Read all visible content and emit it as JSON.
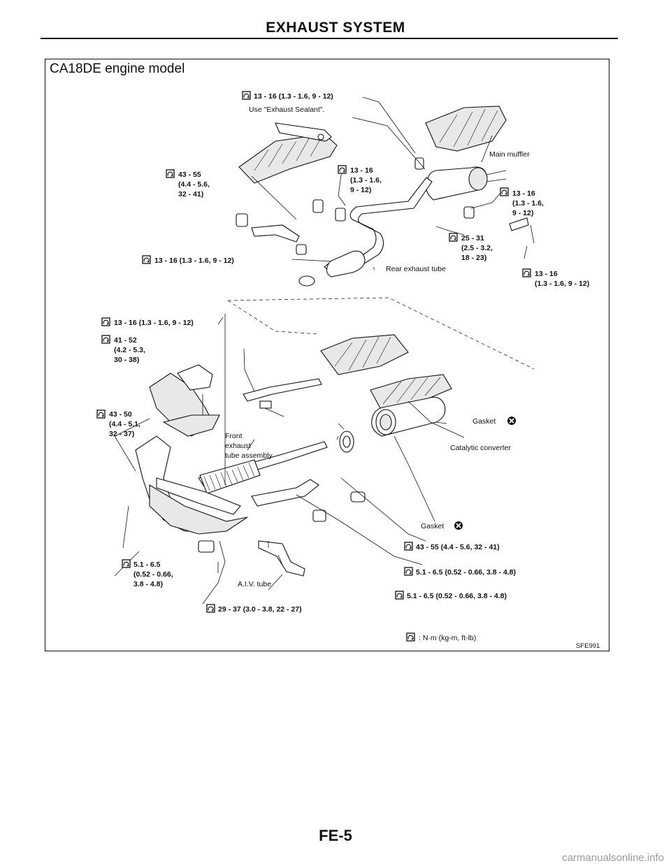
{
  "page": {
    "header_title": "EXHAUST SYSTEM",
    "model_title": "CA18DE engine model",
    "page_number": "FE-5",
    "figure_code": "SFE991",
    "watermark": "carmanualsonline.info"
  },
  "legend": {
    "text": ": N·m (kg-m, ft-lb)"
  },
  "labels": {
    "t_top_center": "13 - 16 (1.3 - 1.6, 9 - 12)",
    "sealant": "Use \"Exhaust Sealant\".",
    "main_muffler": "Main muffler",
    "t_left_l1": "43 - 55",
    "t_left_l2": "(4.4 - 5.6,",
    "t_left_l3": "32 - 41)",
    "t_mid_l1": "13 - 16",
    "t_mid_l2": "(1.3 - 1.6,",
    "t_mid_l3": "9 - 12)",
    "t_right_l1": "13 - 16",
    "t_right_l2": "(1.3 - 1.6,",
    "t_right_l3": "9 - 12)",
    "t_hanger_l1": "25 - 31",
    "t_hanger_l2": "(2.5 - 3.2,",
    "t_hanger_l3": "18 - 23)",
    "t_lower_left": "13 - 16 (1.3 - 1.6, 9 - 12)",
    "rear_exhaust_tube": "Rear exhaust tube",
    "t_far_right_l1": "13 - 16",
    "t_far_right_l2": "(1.3 - 1.6, 9 - 12)",
    "t_upper_mid": "13 - 16 (1.3 - 1.6, 9 - 12)",
    "t_41_l1": "41 - 52",
    "t_41_l2": "(4.2 - 5.3,",
    "t_41_l3": "30 - 38)",
    "t_43_50_l1": "43 - 50",
    "t_43_50_l2": "(4.4 - 5.1,",
    "t_43_50_l3": "32 - 37)",
    "front_l1": "Front",
    "front_l2": "exhaust",
    "front_l3": "tube assembly",
    "gasket_1": "Gasket",
    "catalytic_converter": "Catalytic converter",
    "gasket_2": "Gasket",
    "t_43_55_bottom": "43 - 55 (4.4 - 5.6, 32 - 41)",
    "t_51_a": "5.1 - 6.5 (0.52 - 0.66, 3.8 - 4.8)",
    "t_51_b": "5.1 - 6.5 (0.52 - 0.66, 3.8 - 4.8)",
    "t_51_left_l1": "5.1 - 6.5",
    "t_51_left_l2": "(0.52 - 0.66,",
    "t_51_left_l3": "3.8 - 4.8)",
    "aiv_tube": "A.I.V. tube",
    "t_29": "29 - 37 (3.0 - 3.8, 22 - 27)"
  }
}
